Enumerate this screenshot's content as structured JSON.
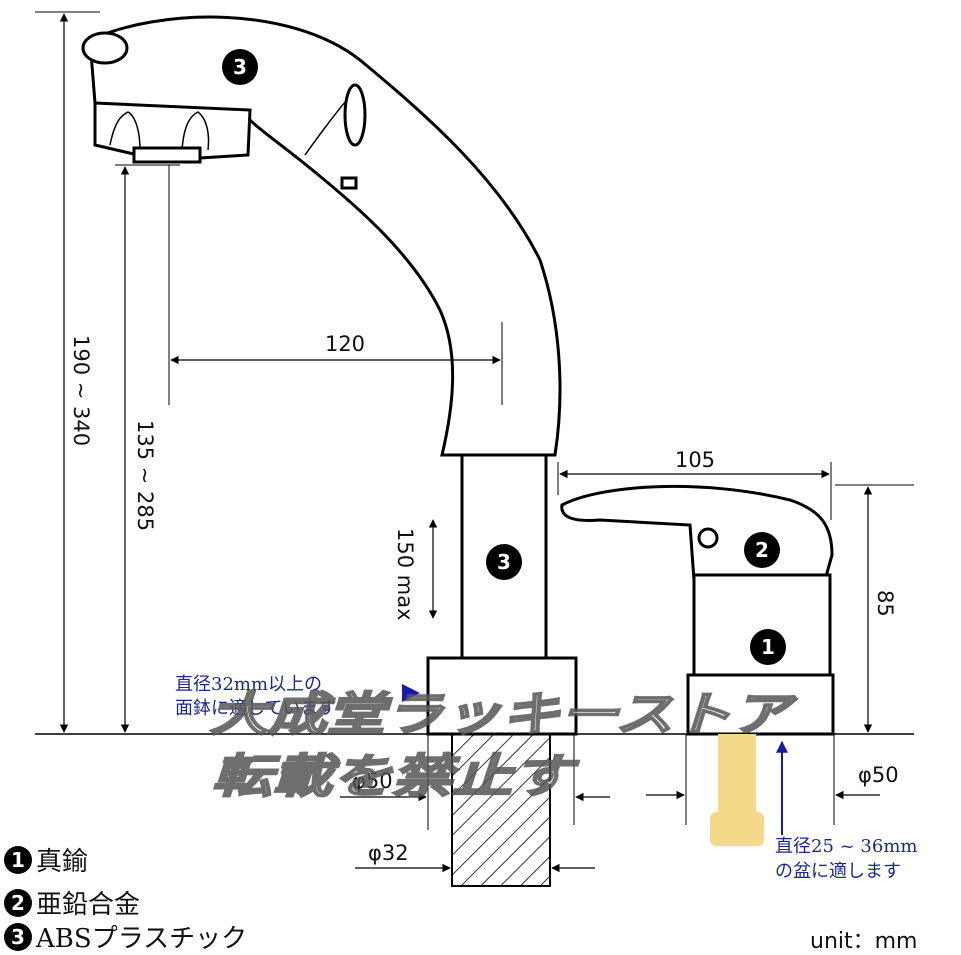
{
  "dimensions": {
    "total_height": "190 ~ 340",
    "spout_height": "135 ~ 285",
    "reach": "120",
    "pull_out": "150 max",
    "handle_width": "105",
    "handle_height": "85",
    "left_base_diameter": "φ50",
    "left_pipe_diameter": "φ32",
    "right_base_diameter": "φ50"
  },
  "callouts": {
    "spout_head": "3",
    "spout_body": "3",
    "handle": "2",
    "body": "1"
  },
  "notes": {
    "left_line1": "直径32mm以上の",
    "left_line2": "面鉢に適しています",
    "right_line1": "直径25 ~ 36mm",
    "right_line2": "の盆に適します"
  },
  "legend": [
    {
      "marker": "1",
      "text": "真鍮"
    },
    {
      "marker": "2",
      "text": "亜鉛合金"
    },
    {
      "marker": "3",
      "text": "ABSプラスチック"
    }
  ],
  "unit_label": "unit：mm",
  "watermark": {
    "line1": "大成堂ラッキーストア",
    "line2": "転載を禁止す"
  },
  "colors": {
    "note_text": "#1a2a8a",
    "arrow_blue": "#1a1aaa",
    "hose_yellow": "#f5d98a"
  }
}
